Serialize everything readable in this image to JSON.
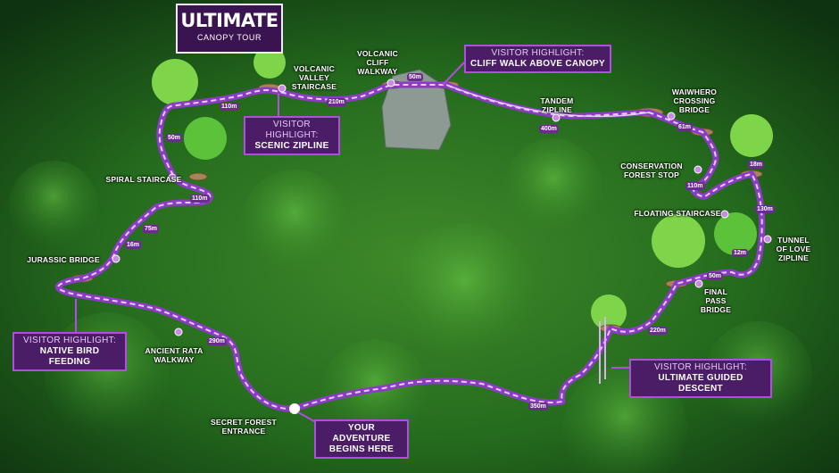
{
  "logo": {
    "title": "ULTIMATE",
    "subtitle": "CANOPY TOUR"
  },
  "highlights": {
    "scenic": {
      "label": "VISITOR HIGHLIGHT:",
      "name": "SCENIC ZIPLINE"
    },
    "cliff": {
      "label": "VISITOR HIGHLIGHT:",
      "name": "CLIFF WALK ABOVE CANOPY"
    },
    "bird": {
      "label": "VISITOR HIGHLIGHT:",
      "name": "NATIVE BIRD FEEDING"
    },
    "descent": {
      "label": "VISITOR HIGHLIGHT:",
      "name": "ULTIMATE GUIDED DESCENT"
    }
  },
  "start_banner": "YOUR ADVENTURE\nBEGINS HERE",
  "places": {
    "volcanic_valley": "VOLCANIC\nVALLEY\nSTAIRCASE",
    "volcanic_cliff": "VOLCANIC\nCLIFF\nWALKWAY",
    "tandem": "TANDEM\nZIPLINE",
    "waiwhero": "WAIWHERO\nCROSSING\nBRIDGE",
    "conservation": "CONSERVATION\nFOREST STOP",
    "floating": "FLOATING STAIRCASE",
    "tunnel": "TUNNEL\nOF LOVE\nZIPLINE",
    "final_pass": "FINAL\nPASS\nBRIDGE",
    "spiral": "SPIRAL STAIRCASE",
    "jurassic": "JURASSIC BRIDGE",
    "ancient_rata": "ANCIENT RATA\nWALKWAY",
    "secret": "SECRET FOREST\nENTRANCE"
  },
  "distances": {
    "d110a": "110m",
    "d210": "210m",
    "d50cliff": "50m",
    "d400": "400m",
    "d61": "61m",
    "d18": "18m",
    "d110b": "110m",
    "d130": "130m",
    "d12": "12m",
    "d50b": "50m",
    "d220": "220m",
    "d50a": "50m",
    "d110c": "110m",
    "d75": "75m",
    "d16": "16m",
    "d290": "290m",
    "d350": "350m"
  },
  "colors": {
    "path": "#9b3fd0",
    "path_light": "#e0c2f0",
    "highlight": "#4a1d66",
    "forest": "#1f5a1a"
  }
}
